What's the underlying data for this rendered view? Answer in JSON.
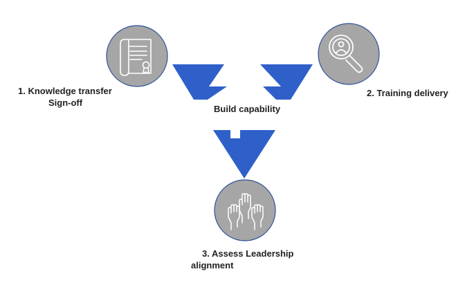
{
  "diagram": {
    "center_label": "Build capability",
    "steps": [
      {
        "line1": "1. Knowledge transfer",
        "line2": "Sign-off",
        "icon": "certificate-scroll-icon"
      },
      {
        "line1": "2. Training delivery",
        "line2": "",
        "icon": "magnifier-person-icon"
      },
      {
        "line1": "3. Assess Leadership",
        "line2": "alignment",
        "icon": "raised-hands-icon"
      }
    ]
  },
  "colors": {
    "triangle": "#2f60c9",
    "circle_fill": "#a6a6a6",
    "circle_stroke": "#2e4f9a",
    "icon_stroke": "#ffffff",
    "text": "#1f1f1f"
  }
}
